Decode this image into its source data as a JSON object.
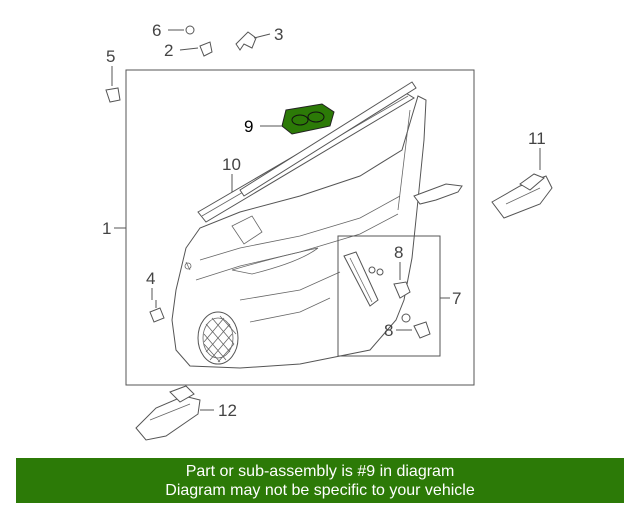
{
  "callouts": [
    {
      "id": "1",
      "label": "1"
    },
    {
      "id": "2",
      "label": "2"
    },
    {
      "id": "3",
      "label": "3"
    },
    {
      "id": "4",
      "label": "4"
    },
    {
      "id": "5",
      "label": "5"
    },
    {
      "id": "6",
      "label": "6"
    },
    {
      "id": "7",
      "label": "7"
    },
    {
      "id": "8a",
      "label": "8"
    },
    {
      "id": "8b",
      "label": "8"
    },
    {
      "id": "9",
      "label": "9"
    },
    {
      "id": "10",
      "label": "10"
    },
    {
      "id": "11",
      "label": "11"
    },
    {
      "id": "12",
      "label": "12"
    }
  ],
  "highlight": {
    "part": "9",
    "color": "#2c7a07"
  },
  "banner": {
    "line1": "Part or sub-assembly is #9 in diagram",
    "line2": "Diagram may not be specific to your vehicle",
    "background": "#2c7a07",
    "text_color": "#ffffff"
  }
}
